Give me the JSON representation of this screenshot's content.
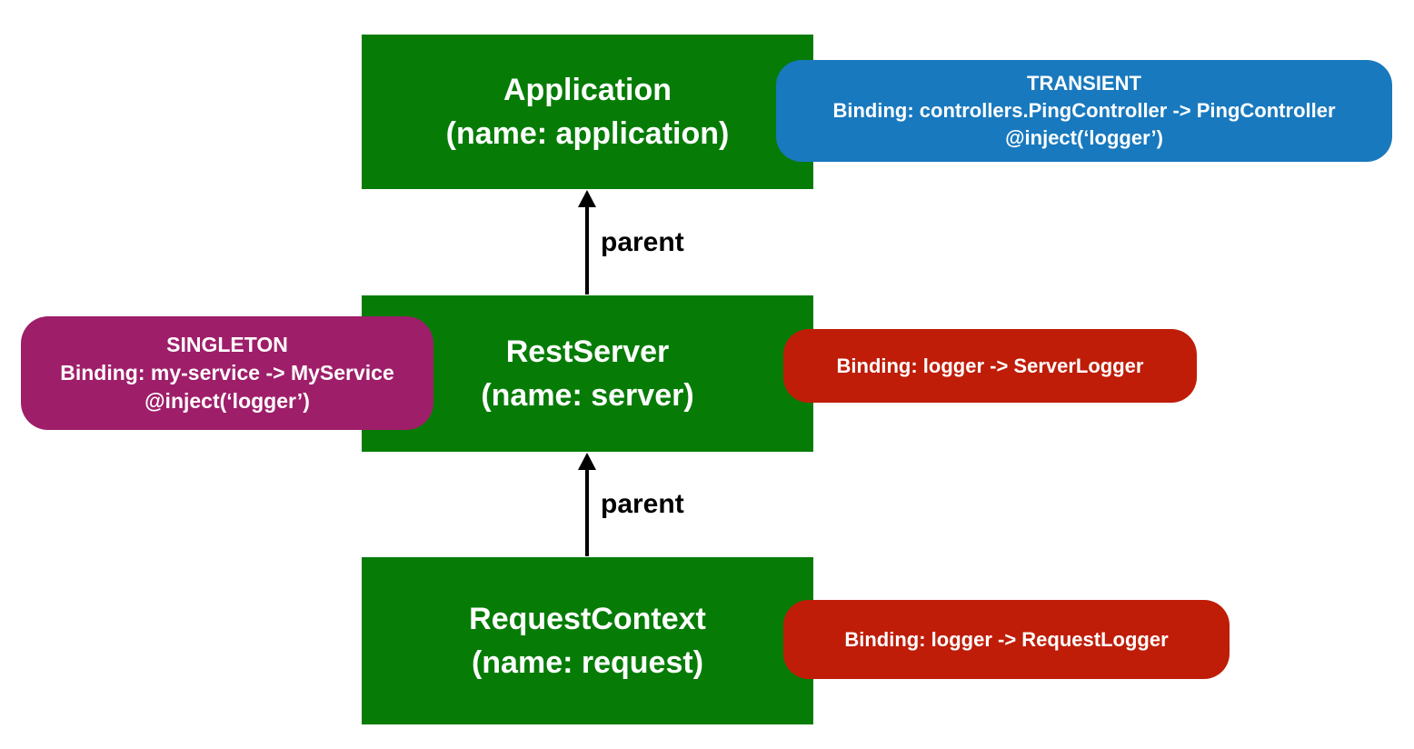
{
  "colors": {
    "node": "#067C06",
    "transient": "#1879BE",
    "singleton": "#9E1E69",
    "binding_red": "#BF1D08",
    "arrow": "#000000",
    "text": "#FFFFFF"
  },
  "nodes": {
    "application": {
      "title": "Application",
      "subtitle": "(name: application)"
    },
    "server": {
      "title": "RestServer",
      "subtitle": "(name: server)"
    },
    "request": {
      "title": "RequestContext",
      "subtitle": "(name: request)"
    }
  },
  "edges": {
    "server_to_application": {
      "label": "parent"
    },
    "request_to_server": {
      "label": "parent"
    }
  },
  "callouts": {
    "transient": {
      "scope": "TRANSIENT",
      "binding": "Binding: controllers.PingController -> PingController",
      "inject": "@inject(‘logger’)"
    },
    "singleton": {
      "scope": "SINGLETON",
      "binding": "Binding: my-service -> MyService",
      "inject": "@inject(‘logger’)"
    },
    "server_logger": {
      "binding": "Binding: logger -> ServerLogger"
    },
    "request_logger": {
      "binding": "Binding: logger -> RequestLogger"
    }
  }
}
